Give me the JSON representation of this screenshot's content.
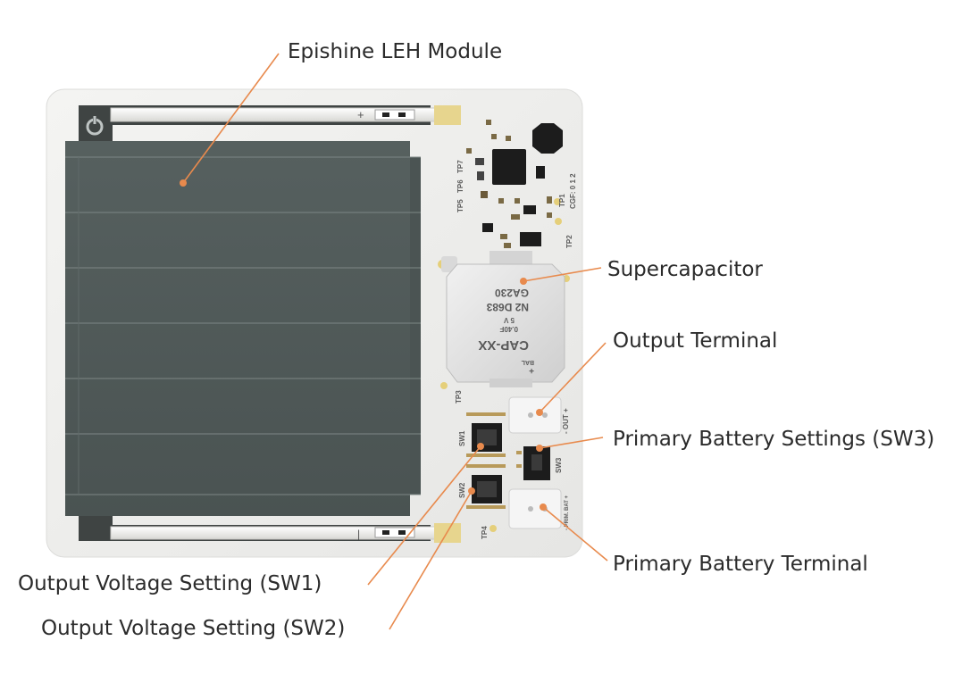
{
  "callouts": {
    "module": "Epishine LEH Module",
    "supercap": "Supercapacitor",
    "output_terminal": "Output Terminal",
    "primary_battery_settings": "Primary Battery Settings (SW3)",
    "primary_battery_terminal": "Primary Battery Terminal",
    "sw1": "Output Voltage Setting (SW1)",
    "sw2": "Output Voltage Setting (SW2)"
  },
  "pcb": {
    "plus_sign": "+",
    "minus_sign": "|",
    "cap_brand": "CAP-XX",
    "cap_bal": "BAL",
    "cap_capacitance": "0.40F",
    "cap_voltage": "5 V",
    "cap_model_1": "N2 D683",
    "cap_model_2": "GA230",
    "cap_polarity": "+",
    "tp1": "TP1",
    "tp2": "TP2",
    "tp3": "TP3",
    "tp4": "TP4",
    "tp5": "TP5",
    "tp6": "TP6",
    "tp7": "TP7",
    "cgf": "CGF: 0  1  2",
    "sw1": "SW1",
    "sw2": "SW2",
    "sw3": "SW3",
    "out": "- OUT +",
    "bat": "- PRIM. BAT +"
  },
  "colors": {
    "leader": "#e88a4d",
    "board": "#eeeeec",
    "panel": "#4e5756",
    "frame": "#3f4443"
  },
  "icons": {
    "power": "power-icon"
  }
}
